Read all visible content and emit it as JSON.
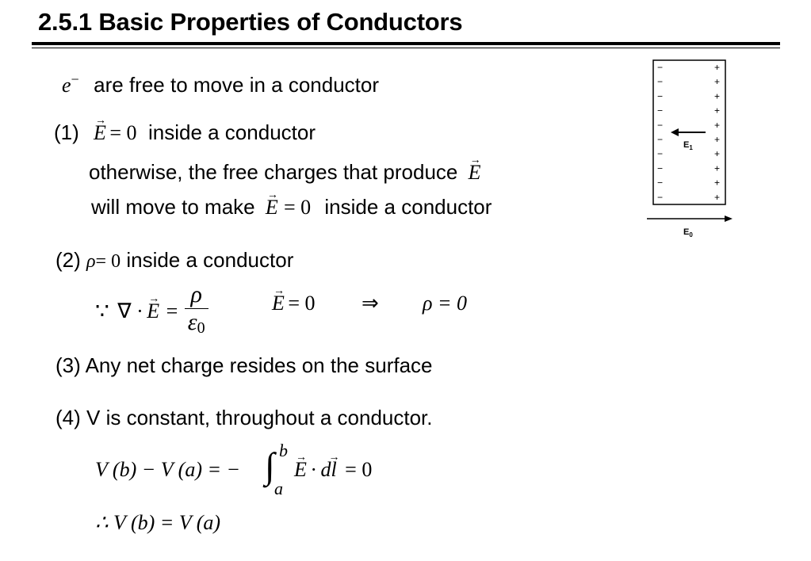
{
  "title": "2.5.1 Basic Properties of Conductors",
  "line_free": {
    "symbol": "e",
    "sup": "−",
    "text": "are free to move in a conductor"
  },
  "item1": {
    "num": "(1)",
    "eq": "= 0",
    "text": "inside a conductor",
    "line2": "otherwise, the free charges that produce",
    "line3_a": "will move to make",
    "line3_eq": "= 0",
    "line3_b": "inside a conductor"
  },
  "item2": {
    "num": "(2)",
    "rho_eq": "= 0",
    "text": "inside a conductor",
    "because": "∵",
    "nabla": "∇ ·",
    "equals": "=",
    "rho": "ρ",
    "eps": "ε",
    "eps_sub": "0",
    "e_eq": "= 0",
    "implies": "⇒",
    "result": "ρ = 0"
  },
  "item3": {
    "text": "(3) Any net charge resides on the surface"
  },
  "item4": {
    "text": "(4) V is constant, throughout a conductor.",
    "eq_left": "V (b) − V (a) = −",
    "int_upper": "b",
    "int_lower": "a",
    "eq_mid": "·",
    "eq_dl": "dl",
    "eq_right": "= 0",
    "therefore": "∴ V (b) = V (a)"
  },
  "figure": {
    "minus": "−",
    "plus": "+",
    "e1_label": "E",
    "e1_sub": "1",
    "e0_label": "E",
    "e0_sub": "0"
  }
}
